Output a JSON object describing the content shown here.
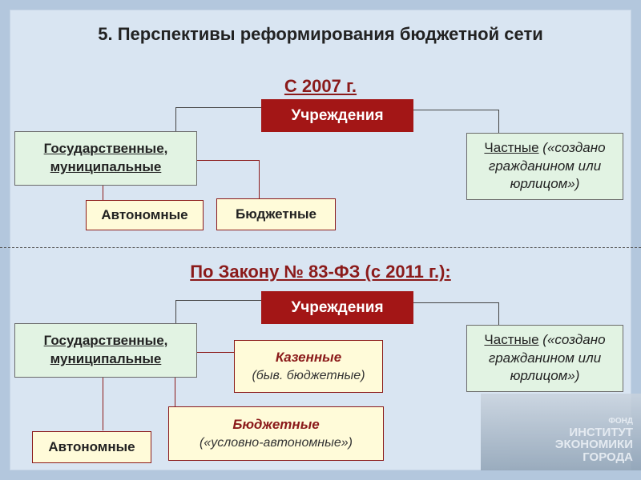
{
  "title": "5. Перспективы реформирования бюджетной сети",
  "section1": {
    "heading": "С 2007 г.",
    "institutions": "Учреждения",
    "state_line1": "Государственные,",
    "state_line2": "муниципальные",
    "private_label": "Частные",
    "private_note_1": "(«создано",
    "private_note_2": "гражданином или",
    "private_note_3": "юрлицом»)",
    "autonomous": "Автономные",
    "budget": "Бюджетные"
  },
  "section2": {
    "heading": "По Закону № 83-ФЗ (с 2011 г.):",
    "institutions": "Учреждения",
    "state_line1": "Государственные,",
    "state_line2": "муниципальные",
    "private_label": "Частные",
    "private_note_1": "(«создано",
    "private_note_2": "гражданином или",
    "private_note_3": "юрлицом»)",
    "kazennye": "Казенные",
    "kazennye_note": "(быв. бюджетные)",
    "budget": "Бюджетные",
    "budget_note": "(«условно-автономные»)",
    "autonomous": "Автономные"
  },
  "watermark": {
    "line1": "ФОНД",
    "line2": "ИНСТИТУТ",
    "line3": "ЭКОНОМИКИ",
    "line4": "ГОРОДА"
  }
}
